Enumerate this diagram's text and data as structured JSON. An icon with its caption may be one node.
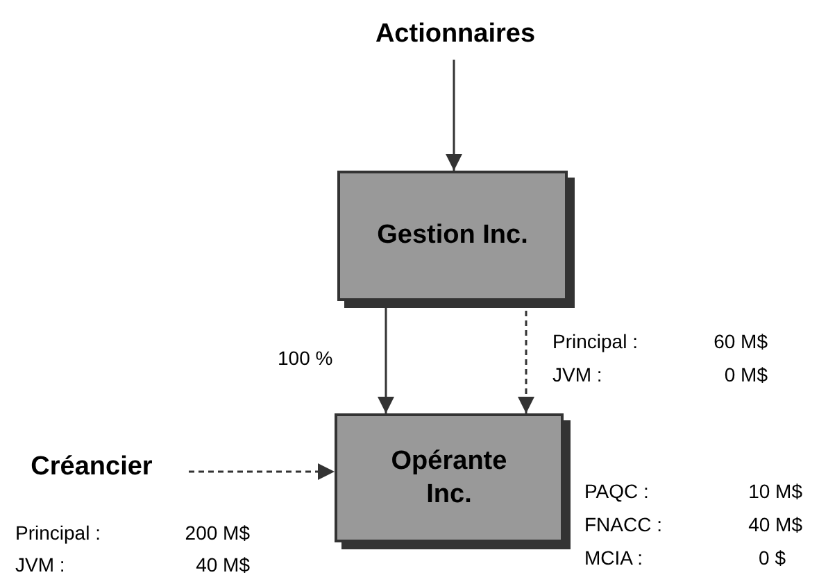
{
  "diagram": {
    "nodes": [
      {
        "text": [
          "Actionnaires"
        ]
      },
      {
        "text": [
          "Gestion Inc."
        ]
      },
      {
        "text": [
          "Opérante Inc."
        ]
      },
      {
        "text": [
          "Créancier"
        ]
      }
    ],
    "edges": [
      {
        "from": 0,
        "to": 1,
        "arrow": "to"
      },
      {
        "from": 1,
        "to": 2,
        "arrow": "to",
        "label": "100 %"
      },
      {
        "from": 1,
        "to": 2,
        "arrow": "to",
        "style": "dashed"
      },
      {
        "from": 3,
        "to": 2,
        "arrow": "to",
        "style": "dashed"
      }
    ],
    "labels": [
      "Principal :",
      "60 M$",
      "JVM :",
      "0 M$",
      "PAQC :",
      "10 M$",
      "FNACC :",
      "40 M$",
      "MCIA :",
      "0 $",
      "Principal :",
      "200 M$",
      "JVM :",
      "40 M$"
    ]
  }
}
